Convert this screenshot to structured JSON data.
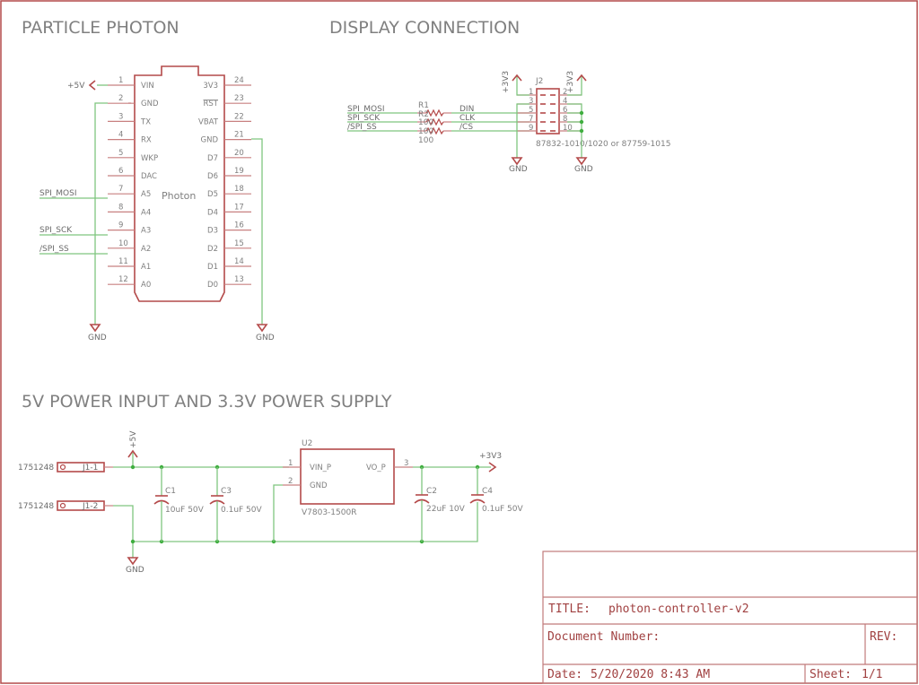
{
  "sections": {
    "photon": "PARTICLE PHOTON",
    "display": "DISPLAY CONNECTION",
    "power": "5V POWER INPUT AND 3.3V POWER SUPPLY"
  },
  "photon": {
    "name": "Photon",
    "left_pins": [
      {
        "num": "1",
        "name": "VIN"
      },
      {
        "num": "2",
        "name": "GND"
      },
      {
        "num": "3",
        "name": "TX"
      },
      {
        "num": "4",
        "name": "RX"
      },
      {
        "num": "5",
        "name": "WKP"
      },
      {
        "num": "6",
        "name": "DAC"
      },
      {
        "num": "7",
        "name": "A5"
      },
      {
        "num": "8",
        "name": "A4"
      },
      {
        "num": "9",
        "name": "A3"
      },
      {
        "num": "10",
        "name": "A2"
      },
      {
        "num": "11",
        "name": "A1"
      },
      {
        "num": "12",
        "name": "A0"
      }
    ],
    "right_pins": [
      {
        "num": "24",
        "name": "3V3"
      },
      {
        "num": "23",
        "name": "RST"
      },
      {
        "num": "22",
        "name": "VBAT"
      },
      {
        "num": "21",
        "name": "GND"
      },
      {
        "num": "20",
        "name": "D7"
      },
      {
        "num": "19",
        "name": "D6"
      },
      {
        "num": "18",
        "name": "D5"
      },
      {
        "num": "17",
        "name": "D4"
      },
      {
        "num": "16",
        "name": "D3"
      },
      {
        "num": "15",
        "name": "D2"
      },
      {
        "num": "14",
        "name": "D1"
      },
      {
        "num": "13",
        "name": "D0"
      }
    ],
    "nets": {
      "vin": "+5V",
      "mosi": "SPI_MOSI",
      "sck": "SPI_SCK",
      "ss": "/SPI_SS",
      "gnd_left": "GND",
      "gnd_right": "GND"
    }
  },
  "display": {
    "nets_in": [
      "SPI_MOSI",
      "SPI_SCK",
      "/SPI_SS"
    ],
    "nets_out": [
      "DIN",
      "CLK",
      "/CS"
    ],
    "resistors": {
      "names": [
        "R1",
        "R2",
        "R3"
      ],
      "values": [
        "100",
        "100",
        "100"
      ]
    },
    "connector": {
      "name": "J2",
      "left_pins": [
        "1",
        "3",
        "5",
        "7",
        "9"
      ],
      "right_pins": [
        "2",
        "4",
        "6",
        "8",
        "10"
      ],
      "part": "87832-1010/1020 or 87759-1015"
    },
    "supply_left": "+3V3",
    "supply_right": "+3V3",
    "gnd_left": "GND",
    "gnd_right": "GND"
  },
  "power": {
    "j1_1": {
      "part": "1751248",
      "name": "J1-1"
    },
    "j1_2": {
      "part": "1751248",
      "name": "J1-2"
    },
    "supply_5v": "+5V",
    "gnd": "GND",
    "c1": {
      "name": "C1",
      "value": "10uF 50V"
    },
    "c3": {
      "name": "C3",
      "value": "0.1uF 50V"
    },
    "c2": {
      "name": "C2",
      "value": "22uF 10V"
    },
    "c4": {
      "name": "C4",
      "value": "0.1uF 50V"
    },
    "u2": {
      "name": "U2",
      "part": "V7803-1500R",
      "pin1_num": "1",
      "pin1": "VIN_P",
      "pin2_num": "2",
      "pin2": "GND",
      "pin3_num": "3",
      "pin3": "VO_P"
    },
    "supply_3v3": "+3V3"
  },
  "title_block": {
    "title_label": "TITLE:",
    "title": "photon-controller-v2",
    "doc_number_label": "Document Number:",
    "rev_label": "REV:",
    "date_label": "Date:",
    "date": "5/20/2020 8:43 AM",
    "sheet_label": "Sheet:",
    "sheet": "1/1"
  }
}
